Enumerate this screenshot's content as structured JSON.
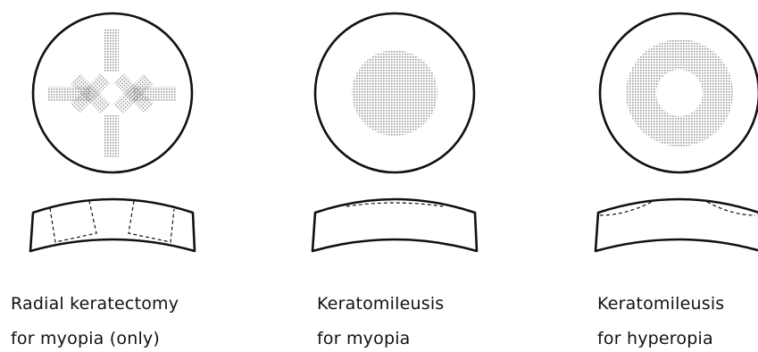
{
  "colors": {
    "stroke": "#111111",
    "treated_area": "#c0c0c0",
    "background": "#ffffff"
  },
  "panels": [
    {
      "id": "radial-keratectomy",
      "caption_line1": "Radial keratectomy",
      "caption_line2": "for myopia (only)"
    },
    {
      "id": "keratomileusis-myopia",
      "caption_line1": "Keratomileusis",
      "caption_line2": "for myopia"
    },
    {
      "id": "keratomileusis-hyperopia",
      "caption_line1": "Keratomileusis",
      "caption_line2": "for hyperopia"
    }
  ]
}
